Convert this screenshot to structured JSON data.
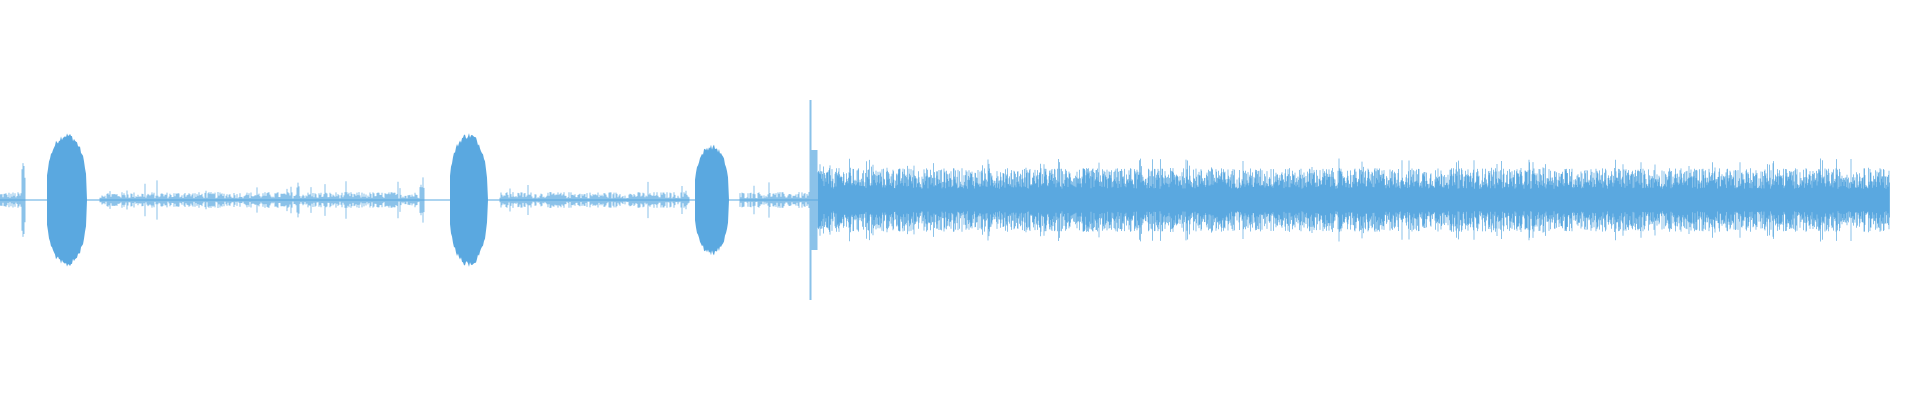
{
  "waveform": {
    "color": "#5aa8e0",
    "background": "#ffffff",
    "segments": [
      {
        "kind": "noise",
        "amplitude": 0.02
      },
      {
        "kind": "click",
        "amplitude": 0.1
      },
      {
        "kind": "blob",
        "amplitude": 0.17
      },
      {
        "kind": "noise",
        "amplitude": 0.02
      },
      {
        "kind": "click",
        "amplitude": 0.06
      },
      {
        "kind": "blob",
        "amplitude": 0.17
      },
      {
        "kind": "noise",
        "amplitude": 0.02
      },
      {
        "kind": "blob",
        "amplitude": 0.14
      },
      {
        "kind": "noise",
        "amplitude": 0.02
      },
      {
        "kind": "spike",
        "amplitude": 0.25
      },
      {
        "kind": "dense",
        "amplitude": 0.08
      }
    ]
  }
}
